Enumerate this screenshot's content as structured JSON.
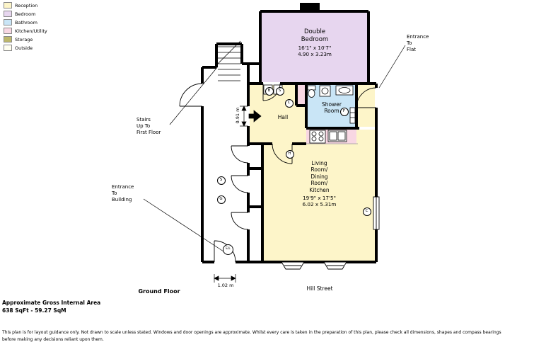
{
  "legend": {
    "items": [
      {
        "label": "Reception",
        "color": "#FDF5C9"
      },
      {
        "label": "Bedroom",
        "color": "#E7D6EF"
      },
      {
        "label": "Bathroom",
        "color": "#C9E5F6"
      },
      {
        "label": "Kitchen/Utility",
        "color": "#F8D7E3"
      },
      {
        "label": "Storage",
        "color": "#BDB76B"
      },
      {
        "label": "Outside",
        "color": "#FFFEF0"
      }
    ]
  },
  "rooms": {
    "bedroom": {
      "line1": "Double",
      "line2": "Bedroom",
      "imp": "16'1\" x 10'7\"",
      "met": "4.90 x 3.23m"
    },
    "shower": {
      "line1": "Shower",
      "line2": "Room"
    },
    "hall": {
      "name": "Hall"
    },
    "living": {
      "lines": [
        "Living",
        "Room/",
        "Dining",
        "Room/",
        "Kitchen"
      ],
      "imp": "19'9\" x 17'5\"",
      "met": "6.02 x 5.31m"
    }
  },
  "annotations": {
    "entrance_flat": [
      "Entrance",
      "To",
      "Flat"
    ],
    "stairs": [
      "Stairs",
      "Up To",
      "First Floor"
    ],
    "entrance_building": [
      "Entrance",
      "To",
      "Building"
    ],
    "ground_floor": "Ground Floor",
    "street": "Hill Street",
    "dim_hall": "0.91 m",
    "dim_entrance": "1.02 m"
  },
  "markers": [
    "B",
    "S",
    "C",
    "F",
    "H",
    "S",
    "G",
    "C",
    "E/L"
  ],
  "footer": {
    "area_title": "Approximate Gross Internal Area",
    "area_value": "638 SqFt - 59.27 SqM",
    "disclaimer_line1": "This plan is for layout guidance only. Not drawn to scale unless stated. Windows and door openings are approximate. Whilst every care is taken in the preparation of this plan, please check all dimensions, shapes and compass bearings",
    "disclaimer_line2": "before making any decisions reliant upon them."
  }
}
